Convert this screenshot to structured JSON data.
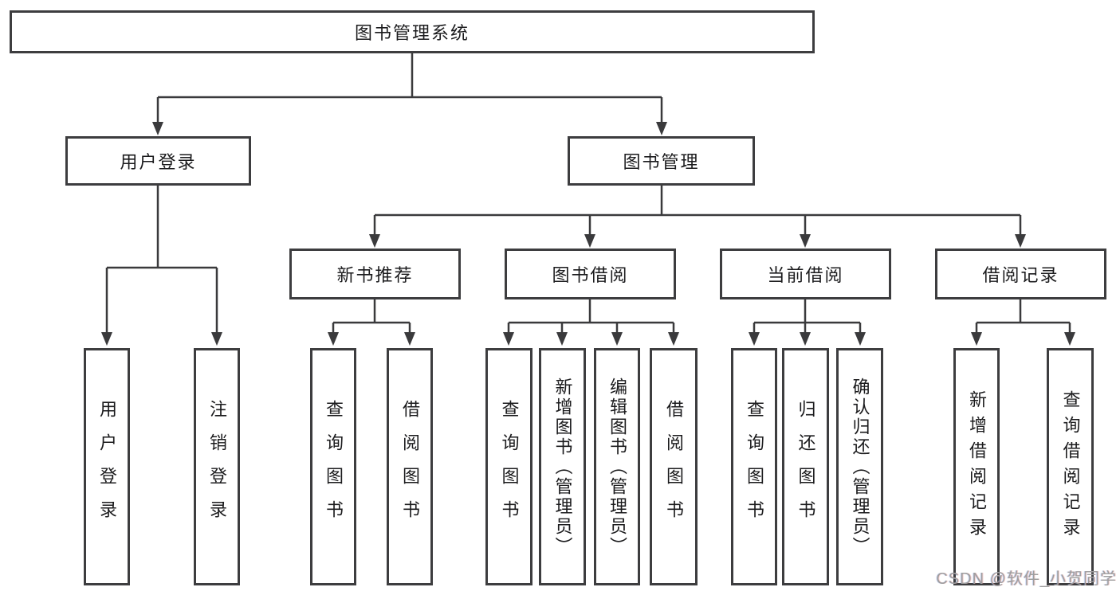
{
  "diagram": {
    "root": "图书管理系统",
    "branches": [
      {
        "label": "用户登录",
        "children": [
          "用户登录",
          "注销登录"
        ]
      },
      {
        "label": "图书管理",
        "groups": [
          {
            "label": "新书推荐",
            "children": [
              "查询图书",
              "借阅图书"
            ]
          },
          {
            "label": "图书借阅",
            "children": [
              "查询图书",
              "新增图书（管理员）",
              "编辑图书（管理员）",
              "借阅图书"
            ]
          },
          {
            "label": "当前借阅",
            "children": [
              "查询图书",
              "归还图书",
              "确认归还（管理员）"
            ]
          },
          {
            "label": "借阅记录",
            "children": [
              "新增借阅记录",
              "查询借阅记录"
            ]
          }
        ]
      }
    ]
  },
  "colors": {
    "line": "#3a3a3c",
    "text": "#1b1b1d",
    "watermark": "#9e9e9e"
  },
  "watermark": "CSDN @软件_小贺同学"
}
